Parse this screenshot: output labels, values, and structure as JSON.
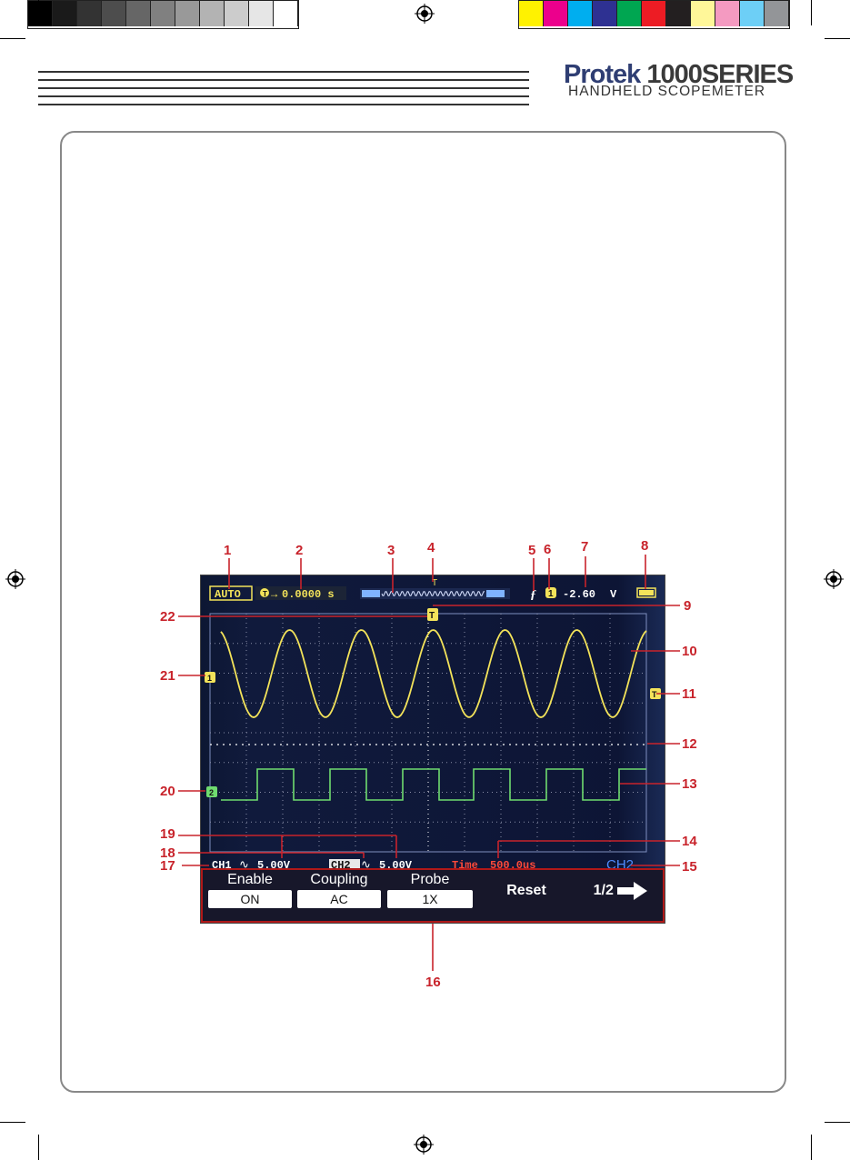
{
  "header": {
    "brand": "Protek",
    "series": "1000SERIES",
    "subtitle": "HANDHELD SCOPEMETER"
  },
  "colors": {
    "grayscale": [
      "#000000",
      "#1a1a1a",
      "#333333",
      "#4d4d4d",
      "#666666",
      "#808080",
      "#999999",
      "#b3b3b3",
      "#cccccc",
      "#e6e6e6",
      "#ffffff"
    ],
    "process": [
      "#fff200",
      "#ec008c",
      "#00aeef",
      "#2e3192",
      "#00a651",
      "#ed1c24",
      "#231f20",
      "#fff799",
      "#f49ac1",
      "#6dcff6",
      "#939598"
    ],
    "callout": "#c8232b",
    "ch1_trace": "#f3e35a",
    "ch2_trace": "#6fdc6f",
    "time_text": "#ff4a3a",
    "channel_label": "#4f8cff"
  },
  "scope": {
    "mode": "AUTO",
    "trigger_offset": "0.0000 s",
    "trigger_level": "-2.60",
    "trigger_unit": "V",
    "ch1_label": "CH1",
    "ch1_scale": "5.00V",
    "ch2_label": "CH2",
    "ch2_scale": "5.00V",
    "time_label": "Time",
    "time_base": "500.0us",
    "active_channel": "CH2",
    "trig_marker": "T",
    "ch1_marker": "1",
    "ch2_marker": "2",
    "source_marker": "1",
    "softkeys": [
      {
        "label": "Enable",
        "value": "ON"
      },
      {
        "label": "Coupling",
        "value": "AC"
      },
      {
        "label": "Probe",
        "value": "1X"
      },
      {
        "label": "Reset",
        "value": ""
      },
      {
        "label": "1/2",
        "value": ""
      }
    ]
  },
  "callouts": [
    "1",
    "2",
    "3",
    "4",
    "5",
    "6",
    "7",
    "8",
    "9",
    "10",
    "11",
    "12",
    "13",
    "14",
    "15",
    "16",
    "17",
    "18",
    "19",
    "20",
    "21",
    "22"
  ]
}
